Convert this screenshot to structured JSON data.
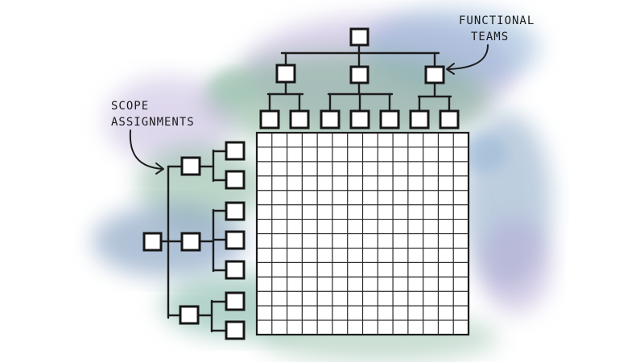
{
  "labels": {
    "functional": [
      "FUNCTIONAL",
      "TEAMS"
    ],
    "scope": [
      "SCOPE",
      "ASSIGNMENTS"
    ]
  },
  "matrix": {
    "columns": 14,
    "rows": 14
  },
  "colors": {
    "ink": "#1c1c1c",
    "wash_green": "#6e9e8c",
    "wash_blue": "#6f8fb0",
    "wash_purple": "#a99bc4",
    "wash_teal": "#5f9a9c"
  }
}
